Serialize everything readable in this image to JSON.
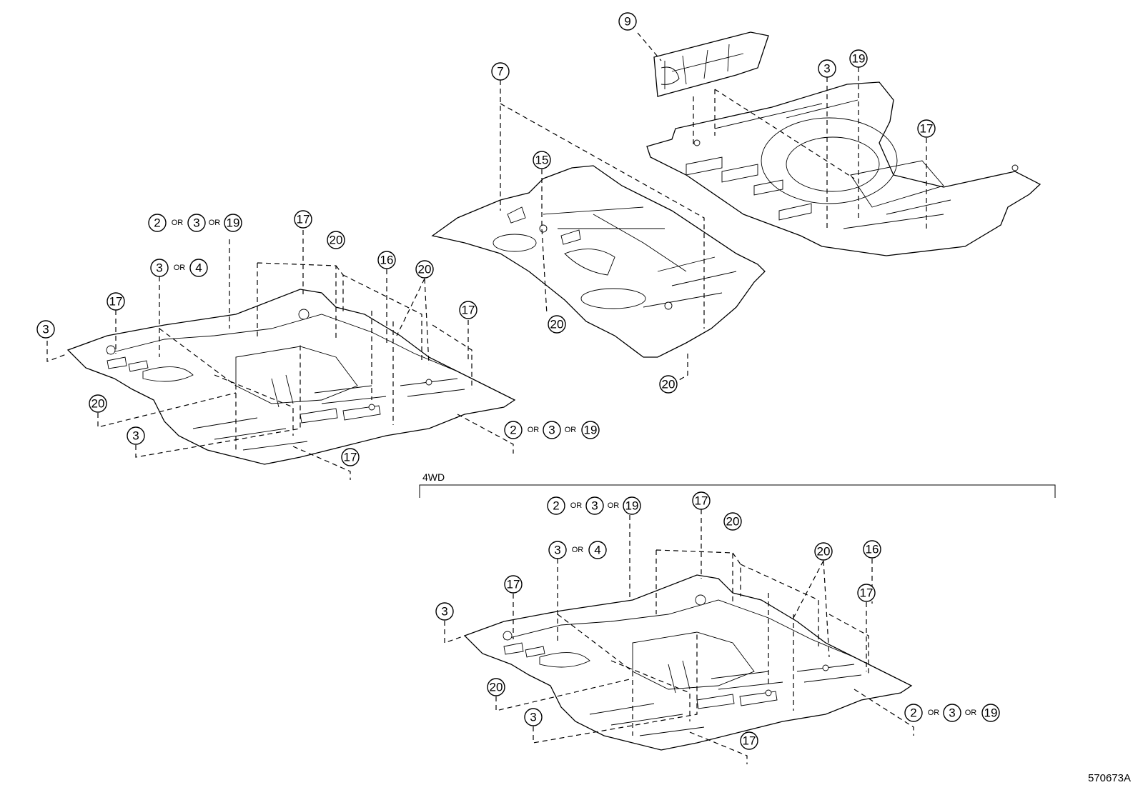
{
  "section_label": "4WD",
  "diagram_code": "570673A",
  "connector_text": "OR",
  "callouts": {
    "c9": "9",
    "c7": "7",
    "c3a": "3",
    "c19a": "19",
    "c17a": "17",
    "c15": "15",
    "c20a": "20",
    "c20b": "20",
    "l_2": "2",
    "l_3": "3",
    "l_19": "19",
    "l_3b": "3",
    "l_4": "4",
    "l_17a": "17",
    "l_20a": "20",
    "l_16": "16",
    "l_20b": "20",
    "l_17b": "17",
    "l_17c": "17",
    "l_3c": "3",
    "l_20c": "20",
    "l_3d": "3",
    "l_2b": "2",
    "l_3e": "3",
    "l_19b": "19",
    "l_17d": "17",
    "w_2": "2",
    "w_3": "3",
    "w_19": "19",
    "w_17a": "17",
    "w_20a": "20",
    "w_3b": "3",
    "w_4": "4",
    "w_20b": "20",
    "w_16": "16",
    "w_17b": "17",
    "w_17c": "17",
    "w_3c": "3",
    "w_20c": "20",
    "w_3d": "3",
    "w_2b": "2",
    "w_3e": "3",
    "w_19b": "19",
    "w_17d": "17"
  }
}
